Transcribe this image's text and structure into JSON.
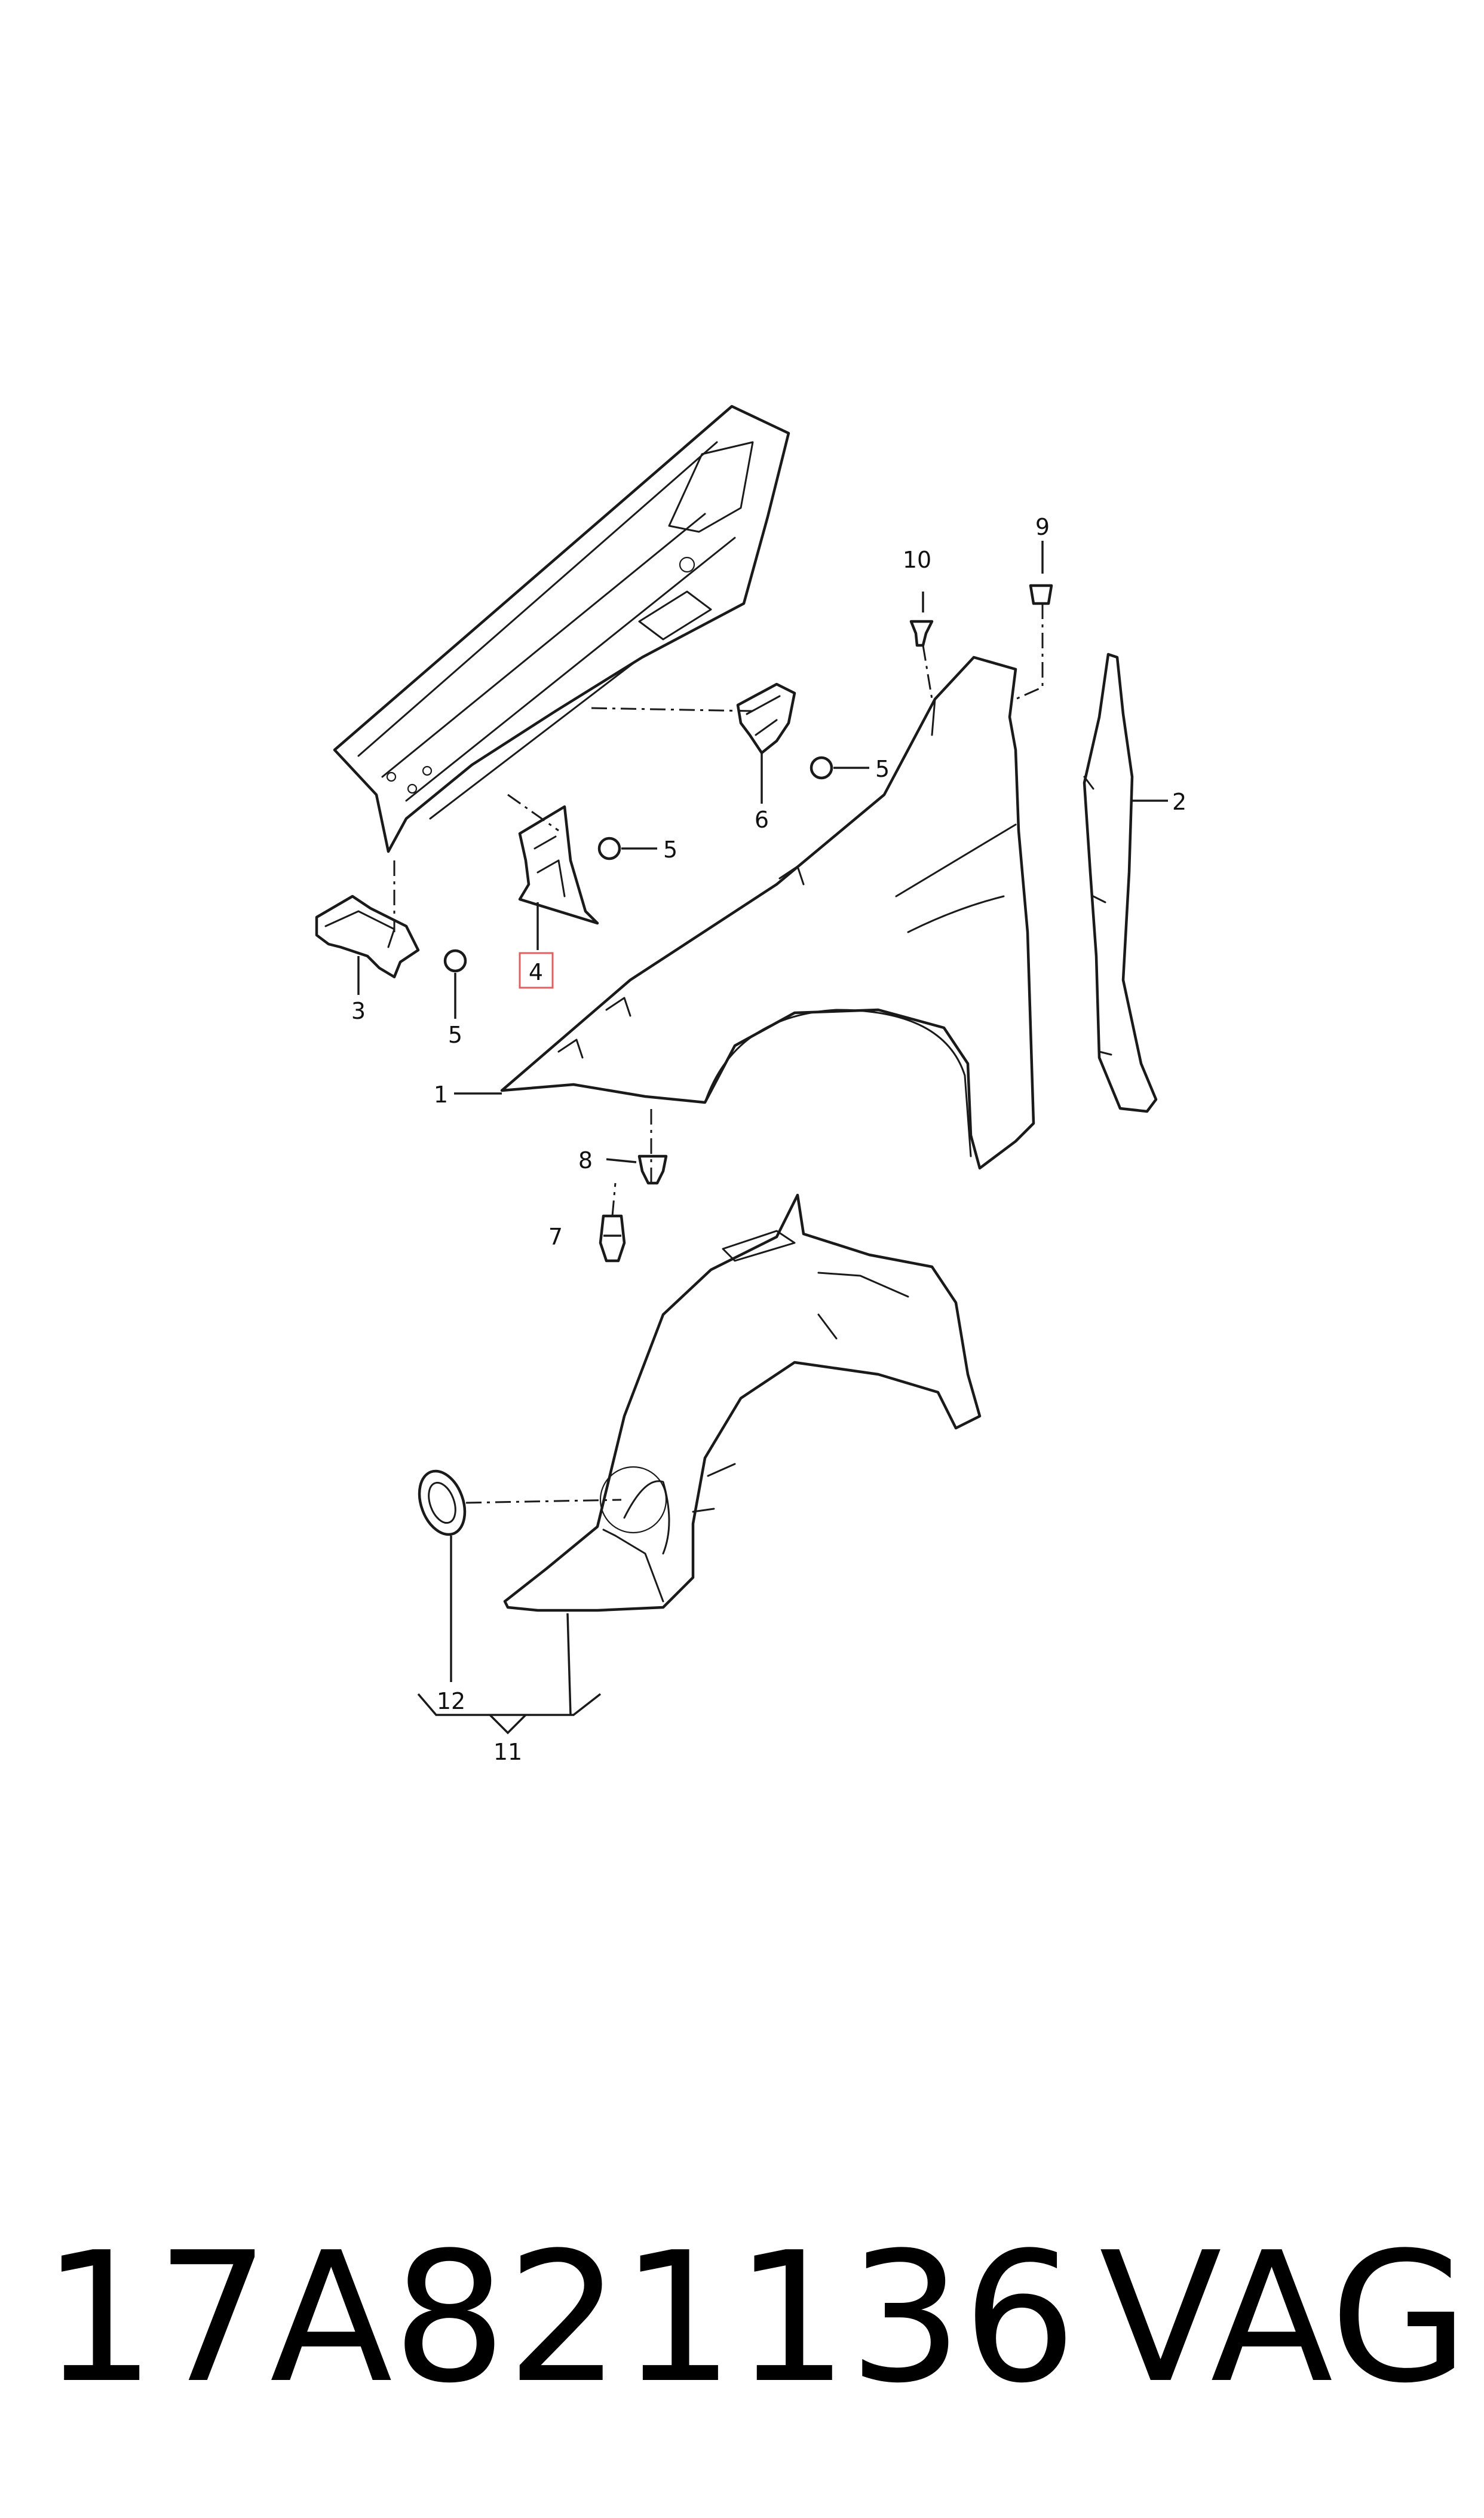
{
  "diagram": {
    "callouts": [
      "1",
      "2",
      "3",
      "4",
      "5",
      "5",
      "5",
      "6",
      "7",
      "8",
      "9",
      "10",
      "11",
      "12"
    ],
    "highlighted_callout": "4"
  },
  "footer": {
    "part_number": "17A821136",
    "brand": "VAG"
  },
  "colors": {
    "line": "#1a1a1a",
    "highlight_box": "#e06060",
    "background": "#ffffff"
  }
}
